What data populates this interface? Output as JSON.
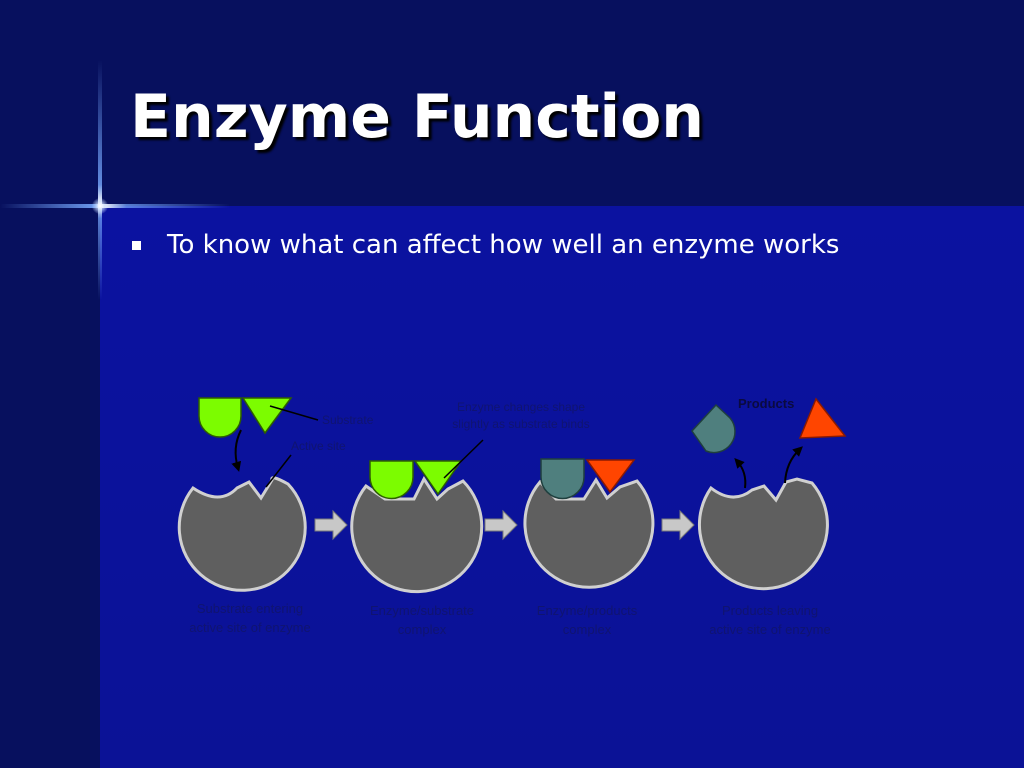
{
  "slide": {
    "title": "Enzyme Function",
    "bullet": "To know what can affect how well an enzyme works"
  },
  "diagram": {
    "labels": {
      "substrate": "Substrate",
      "active_site": "Active site",
      "shape_change_1": "Enzyme changes shape",
      "shape_change_2": "slightly as substrate binds",
      "products": "Products"
    },
    "captions": [
      [
        "Substrate entering",
        "active site of enzyme"
      ],
      [
        "Enzyme/substrate",
        "complex"
      ],
      [
        "Enzyme/products",
        "complex"
      ],
      [
        "Products leaving",
        "active site of enzyme"
      ]
    ],
    "colors": {
      "enzyme_fill": "#5f5f5f",
      "enzyme_outline": "#d0d0d0",
      "substrate_green": "#7cfc00",
      "product_teal": "#4f7f7e",
      "product_orange": "#ff4500",
      "arrow_gray": "#c8c8c8",
      "label_text": "#101470"
    }
  }
}
